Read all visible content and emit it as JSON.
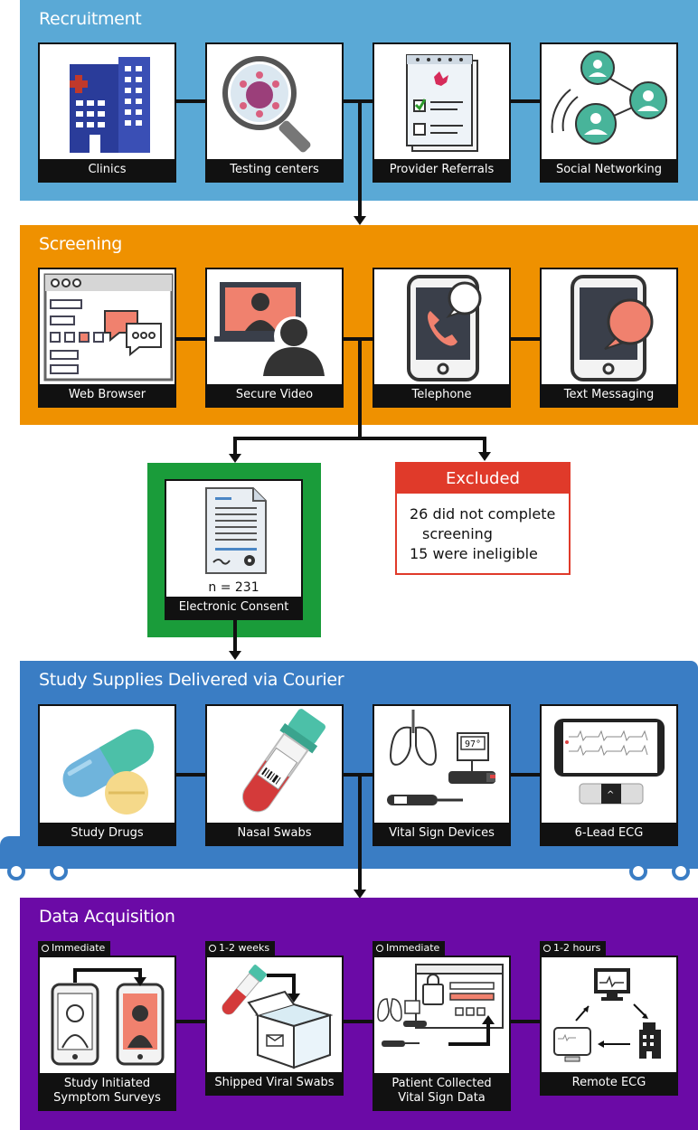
{
  "recruitment": {
    "title": "Recruitment",
    "cards": [
      "Clinics",
      "Testing centers",
      "Provider Referrals",
      "Social Networking"
    ]
  },
  "screening": {
    "title": "Screening",
    "cards": [
      "Web Browser",
      "Secure Video",
      "Telephone",
      "Text Messaging"
    ]
  },
  "consent": {
    "count": "n = 231",
    "label": "Electronic Consent"
  },
  "excluded": {
    "title": "Excluded",
    "line1": "26 did not complete",
    "line2": "screening",
    "line3": "15 were ineligible"
  },
  "supplies": {
    "title": "Study Supplies Delivered via Courier",
    "cards": [
      "Study Drugs",
      "Nasal Swabs",
      "Vital Sign Devices",
      "6-Lead ECG"
    ]
  },
  "data_acquisition": {
    "title": "Data Acquisition",
    "cards": [
      {
        "badge": "Immediate",
        "label_line1": "Study Initiated",
        "label_line2": "Symptom Surveys"
      },
      {
        "badge": "1-2 weeks",
        "label_line1": "Shipped Viral Swabs",
        "label_line2": ""
      },
      {
        "badge": "Immediate",
        "label_line1": "Patient Collected",
        "label_line2": "Vital Sign Data"
      },
      {
        "badge": "1-2 hours",
        "label_line1": "Remote ECG",
        "label_line2": ""
      }
    ]
  },
  "colors": {
    "recruitment": "#5aa9d6",
    "screening": "#ef9100",
    "consent_border": "#1a9c3a",
    "excluded": "#e03a2a",
    "supplies": "#3a7dc4",
    "data_acquisition": "#6b0aa6"
  }
}
